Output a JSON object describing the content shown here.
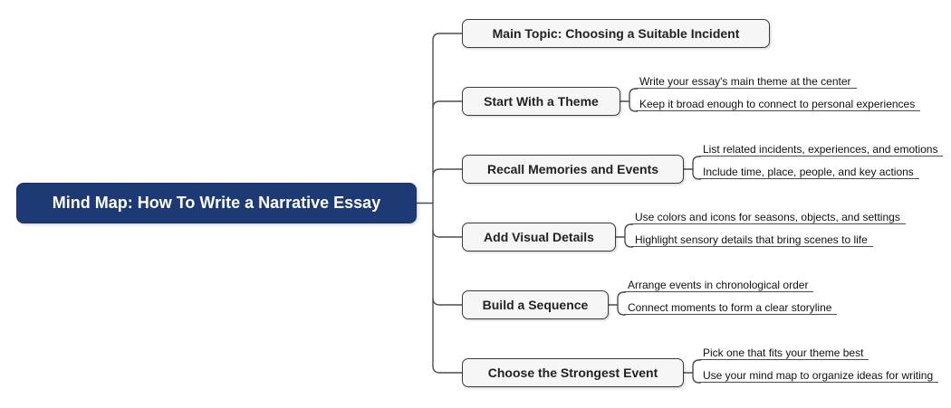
{
  "root": {
    "label": "Mind Map: How To Write a Narrative Essay"
  },
  "branches": [
    {
      "label": "Main Topic: Choosing a Suitable Incident",
      "children": []
    },
    {
      "label": "Start With a Theme",
      "children": [
        "Write your essay's main theme at the center",
        "Keep it broad enough to connect to personal experiences"
      ]
    },
    {
      "label": "Recall Memories and Events",
      "children": [
        "List related incidents, experiences, and emotions",
        "Include time, place, people, and key actions"
      ]
    },
    {
      "label": "Add Visual Details",
      "children": [
        "Use colors and icons for seasons, objects, and settings",
        "Highlight sensory details that bring scenes to life"
      ]
    },
    {
      "label": "Build a Sequence",
      "children": [
        "Arrange events in chronological order",
        "Connect moments to form a clear storyline"
      ]
    },
    {
      "label": "Choose the Strongest Event",
      "children": [
        "Pick one that fits your theme best",
        "Use your mind map to organize ideas for writing"
      ]
    }
  ],
  "colors": {
    "root-fill": "#1d3a74",
    "root-text": "#ffffff",
    "node-fill": "#f6f6f6",
    "node-border": "#3a3a3a",
    "node-text": "#222222",
    "line": "#4d4d4d",
    "leaf-text": "#111111",
    "canvas-bg": "#ffffff"
  }
}
